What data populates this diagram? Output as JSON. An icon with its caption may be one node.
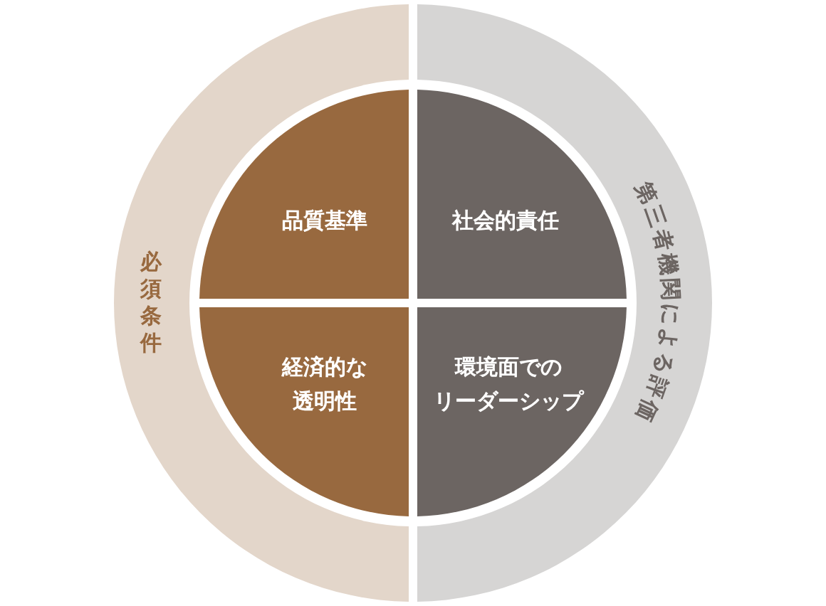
{
  "diagram": {
    "nodes": [
      {
        "text": [
          "必須条件"
        ]
      },
      {
        "text": [
          "第三者機関による評価"
        ]
      },
      {
        "text": [
          "品質基準"
        ]
      },
      {
        "text": [
          "社会的責任"
        ]
      },
      {
        "text": [
          "経済的な透明性"
        ]
      },
      {
        "text": [
          "環境面でのリーダーシップ"
        ]
      }
    ]
  }
}
